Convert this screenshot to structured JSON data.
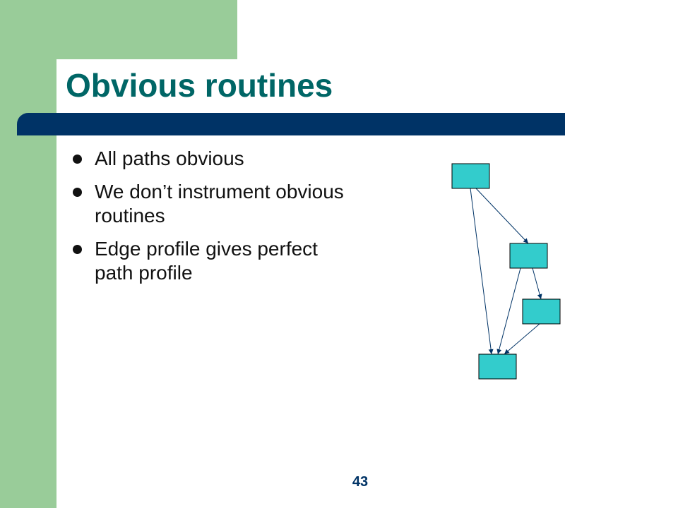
{
  "slide": {
    "title": "Obvious routines",
    "bullets": [
      "All paths obvious",
      "We don’t instrument obvious routines",
      "Edge profile gives perfect path profile"
    ],
    "page_number": "43"
  },
  "colors": {
    "accent_green": "#99cc99",
    "title_bar": "#003366",
    "title_text": "#006666",
    "node_fill": "#33cccc"
  },
  "diagram": {
    "nodes": [
      "n1",
      "n2",
      "n3",
      "n4"
    ],
    "edges": [
      [
        "n1",
        "n2"
      ],
      [
        "n1",
        "n4"
      ],
      [
        "n2",
        "n3"
      ],
      [
        "n2",
        "n4"
      ],
      [
        "n3",
        "n4"
      ]
    ]
  }
}
